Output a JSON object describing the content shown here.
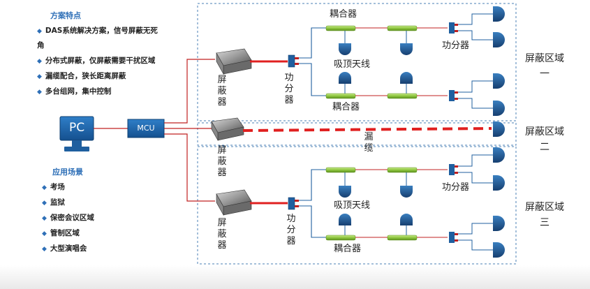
{
  "features": {
    "title": "方案特点",
    "items": [
      "DAS系统解决方案，信号屏蔽无死",
      "角",
      "分布式屏蔽，仅屏蔽需要干扰区域",
      "漏缆配合，狭长距离屏蔽",
      "多台组网，集中控制"
    ]
  },
  "scenarios": {
    "title": "应用场景",
    "items": [
      "考场",
      "监狱",
      "保密会议区域",
      "管制区域",
      "大型演唱会"
    ]
  },
  "devices": {
    "pc": "PC",
    "mcu": "MCU"
  },
  "labels": {
    "shield": "屏蔽器",
    "splitter": "功分器",
    "coupler": "耦合器",
    "ceiling_antenna": "吸顶天线",
    "leaky_cable": "漏缆"
  },
  "zones": {
    "zone1": "屏蔽区域一",
    "zone2": "屏蔽区域二",
    "zone3": "屏蔽区域三"
  },
  "colors": {
    "accent_blue": "#2e6fb7",
    "red_line": "#e02020",
    "device_blue": "#1f5f9f",
    "coupler_green": "#8dc63f"
  }
}
